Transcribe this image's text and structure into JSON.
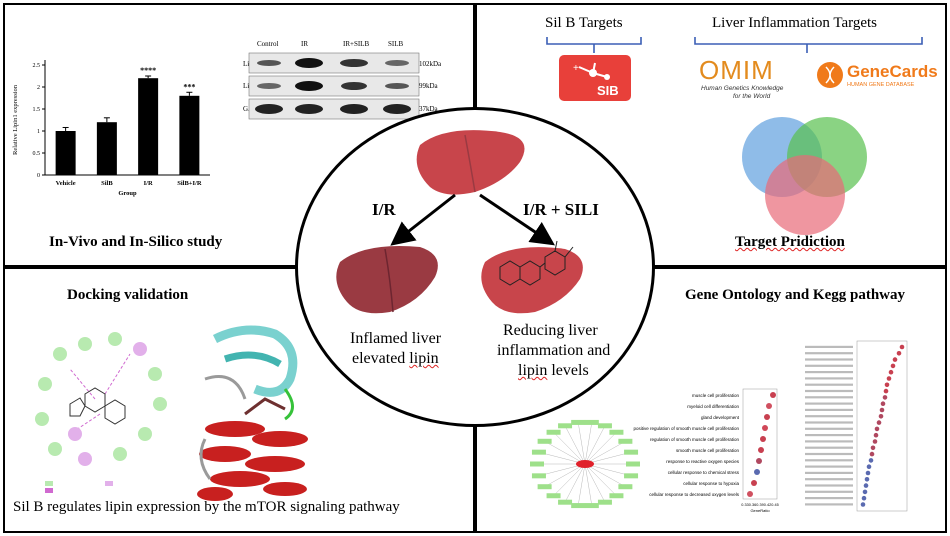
{
  "panels": {
    "top_left": {
      "title": "In-Vivo and In-Silico study",
      "blot_header": [
        "Control",
        "IR",
        "IR+SILB",
        "SILB"
      ],
      "blot_rows": [
        {
          "name": "Lipin1",
          "kda": "102kDa"
        },
        {
          "name": "Lipin2",
          "kda": "99kDa"
        },
        {
          "name": "GAPDH",
          "kda": "37kDa"
        }
      ]
    },
    "top_right": {
      "title": "Target Pridiction",
      "sil_b_targets": "Sil B Targets",
      "liver_targets": "Liver Inflammation Targets",
      "sib_logo": "SIB",
      "omim_logo": "OMIM",
      "omim_sub1": "Human Genetics Knowledge",
      "omim_sub2": "for the World",
      "genecards_logo": "GeneCards",
      "genecards_sub": "HUMAN GENE DATABASE"
    },
    "bottom_left": {
      "title": "Docking validation",
      "caption": "Sil B regulates lipin expression by the mTOR signaling pathway"
    },
    "bottom_right": {
      "title": "Gene Ontology and Kegg pathway",
      "go_terms": [
        "muscle cell proliferation",
        "myeloid cell differentiation",
        "gland development",
        "positive regulation of smooth muscle cell proliferation",
        "regulation of smooth muscle cell proliferation",
        "smooth muscle cell proliferation",
        "response to reactive oxygen species",
        "cellular response to chemical stress",
        "cellular response to hypoxia",
        "cellular response to decreased oxygen levels"
      ],
      "go_x_ticks": [
        "0.33",
        "0.36",
        "0.39",
        "0.42",
        "0.45"
      ],
      "go_xlabel": "GeneRatio"
    }
  },
  "center": {
    "ir_label": "I/R",
    "ir_sili_label": "I/R + SILI",
    "left_caption_1": "Inflamed liver",
    "left_caption_2": "elevated lipin",
    "right_caption_1": "Reducing liver",
    "right_caption_2": "inflammation and",
    "right_caption_3": "lipin levels"
  },
  "chart_data": {
    "type": "bar",
    "categories": [
      "Vehicle",
      "SilB",
      "I/R",
      "SilB+I/R"
    ],
    "values": [
      1.0,
      1.2,
      2.2,
      1.8
    ],
    "errors": [
      0.08,
      0.1,
      0.05,
      0.08
    ],
    "significance": [
      "",
      "",
      "****",
      "***"
    ],
    "xlabel": "Group",
    "ylabel": "Relative Lipin1 expression",
    "yticks": [
      "0",
      "0.5",
      "1",
      "1.5",
      "2",
      "2.5"
    ],
    "ylim": [
      0,
      2.5
    ]
  },
  "colors": {
    "liver": "#c8454b",
    "liver_dark": "#9a3a42",
    "venn_blue": "#6aa6e0",
    "venn_green": "#58c04f",
    "venn_red": "#e86a78",
    "sib_red": "#e8403a",
    "omim_orange": "#e38b1e",
    "genecards_orange": "#f07a1a",
    "bracket_blue": "#3b5fb5"
  }
}
